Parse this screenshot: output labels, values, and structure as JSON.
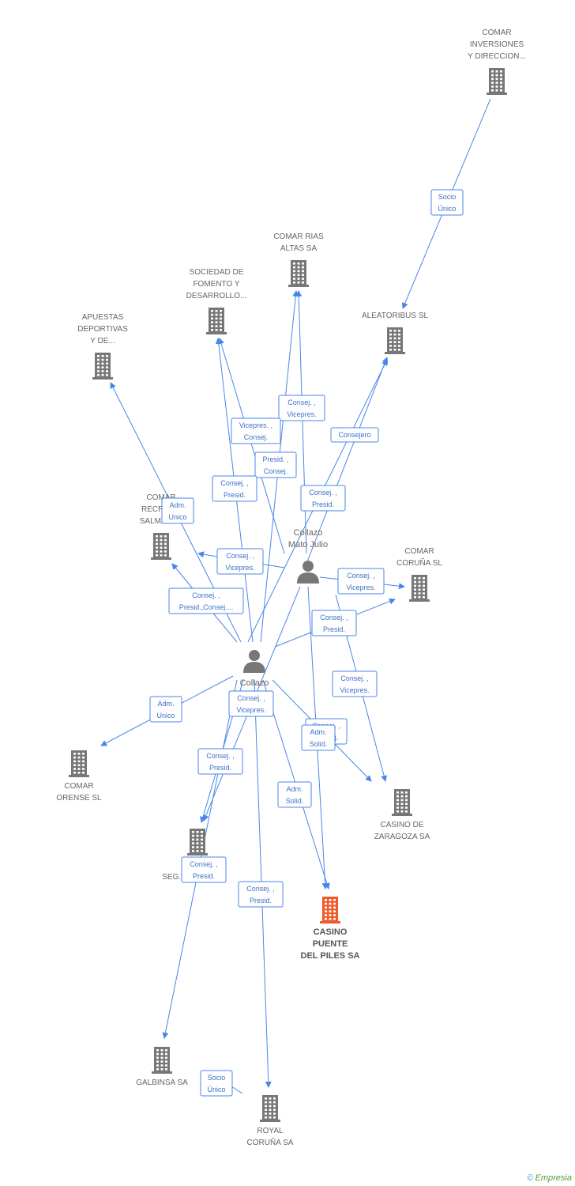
{
  "colors": {
    "edge": "#4a86e8",
    "building": "#777777",
    "focus_building": "#f05a28",
    "person": "#777777"
  },
  "companies": [
    {
      "id": "comar_inversiones",
      "lines": [
        "COMAR",
        "INVERSIONES",
        "Y DIRECCION..."
      ],
      "icon": "building-icon"
    },
    {
      "id": "comar_rias",
      "lines": [
        "COMAR RIAS",
        "ALTAS SA"
      ],
      "icon": "building-icon"
    },
    {
      "id": "sociedad_fomento",
      "lines": [
        "SOCIEDAD DE",
        "FOMENTO Y",
        "DESARROLLO..."
      ],
      "icon": "building-icon"
    },
    {
      "id": "apuestas",
      "lines": [
        "APUESTAS",
        "DEPORTIVAS",
        "Y DE..."
      ],
      "icon": "building-icon"
    },
    {
      "id": "aleatoribus",
      "lines": [
        "ALEATORIBUS SL"
      ],
      "icon": "building-icon"
    },
    {
      "id": "comar_recreativos",
      "lines": [
        "COMAR",
        "RECREA...",
        "SALMANT..."
      ],
      "icon": "building-icon"
    },
    {
      "id": "comar_coruna",
      "lines": [
        "COMAR",
        "CORUÑA SL"
      ],
      "icon": "building-icon"
    },
    {
      "id": "comar_orense",
      "lines": [
        "COMAR",
        "ORENSE SL"
      ],
      "icon": "building-icon"
    },
    {
      "id": "casino_zaragoza",
      "lines": [
        "CASINO DE",
        "ZARAGOZA SA"
      ],
      "icon": "building-icon"
    },
    {
      "id": "seg",
      "lines": [
        "SEG..."
      ],
      "icon": "building-icon"
    },
    {
      "id": "casino_puente",
      "lines": [
        "CASINO",
        "PUENTE",
        "DEL PILES SA"
      ],
      "icon": "building-icon",
      "focus": true
    },
    {
      "id": "galbinsa",
      "lines": [
        "GALBINSA SA"
      ],
      "icon": "building-icon"
    },
    {
      "id": "royal_coruna",
      "lines": [
        "ROYAL",
        "CORUÑA SA"
      ],
      "icon": "building-icon"
    }
  ],
  "persons": [
    {
      "id": "collazo_mato",
      "lines": [
        "Collazo",
        "Mato Julio"
      ],
      "icon": "person-icon"
    },
    {
      "id": "collazo",
      "lines": [
        "Collazo"
      ],
      "icon": "person-icon"
    }
  ],
  "edge_labels": [
    {
      "id": "e1",
      "lines": [
        "Socio",
        "Único"
      ]
    },
    {
      "id": "e2",
      "lines": [
        "Consej. ,",
        "Vicepres."
      ]
    },
    {
      "id": "e3",
      "lines": [
        "Consejero"
      ]
    },
    {
      "id": "e4",
      "lines": [
        "Vicepres. ,",
        "Consej."
      ]
    },
    {
      "id": "e5",
      "lines": [
        "Presid. ,",
        "Consej."
      ]
    },
    {
      "id": "e6",
      "lines": [
        "Consej. ,",
        "Presid."
      ]
    },
    {
      "id": "e7",
      "lines": [
        "Consej. ,",
        "Presid."
      ]
    },
    {
      "id": "e8",
      "lines": [
        "Adm.",
        "Unico"
      ]
    },
    {
      "id": "e9",
      "lines": [
        "Consej. ,",
        "Vicepres."
      ]
    },
    {
      "id": "e10",
      "lines": [
        "Consej. ,",
        "Vicepres."
      ]
    },
    {
      "id": "e11",
      "lines": [
        "Consej. ,",
        "Presid.,Consej...."
      ]
    },
    {
      "id": "e12",
      "lines": [
        "Consej. ,",
        "Presid."
      ]
    },
    {
      "id": "e13",
      "lines": [
        "Consej. ,",
        "Vicepres."
      ]
    },
    {
      "id": "e14",
      "lines": [
        "Adm.",
        "Unico"
      ]
    },
    {
      "id": "e15",
      "lines": [
        "Consej. ,",
        "Vicepres."
      ]
    },
    {
      "id": "e16",
      "lines": [
        "Consej. ,",
        "Consej."
      ]
    },
    {
      "id": "e17",
      "lines": [
        "Adm.",
        "Solid."
      ]
    },
    {
      "id": "e18",
      "lines": [
        "Consej. ,",
        "Presid."
      ]
    },
    {
      "id": "e19",
      "lines": [
        "Adm.",
        "Solid."
      ]
    },
    {
      "id": "e20",
      "lines": [
        "Consej. ,",
        "Presid."
      ]
    },
    {
      "id": "e21",
      "lines": [
        "Consej. ,",
        "Presid."
      ]
    },
    {
      "id": "e22",
      "lines": [
        "Socio",
        "Único"
      ]
    }
  ],
  "watermark": {
    "symbol": "©",
    "text": "Empresia"
  }
}
